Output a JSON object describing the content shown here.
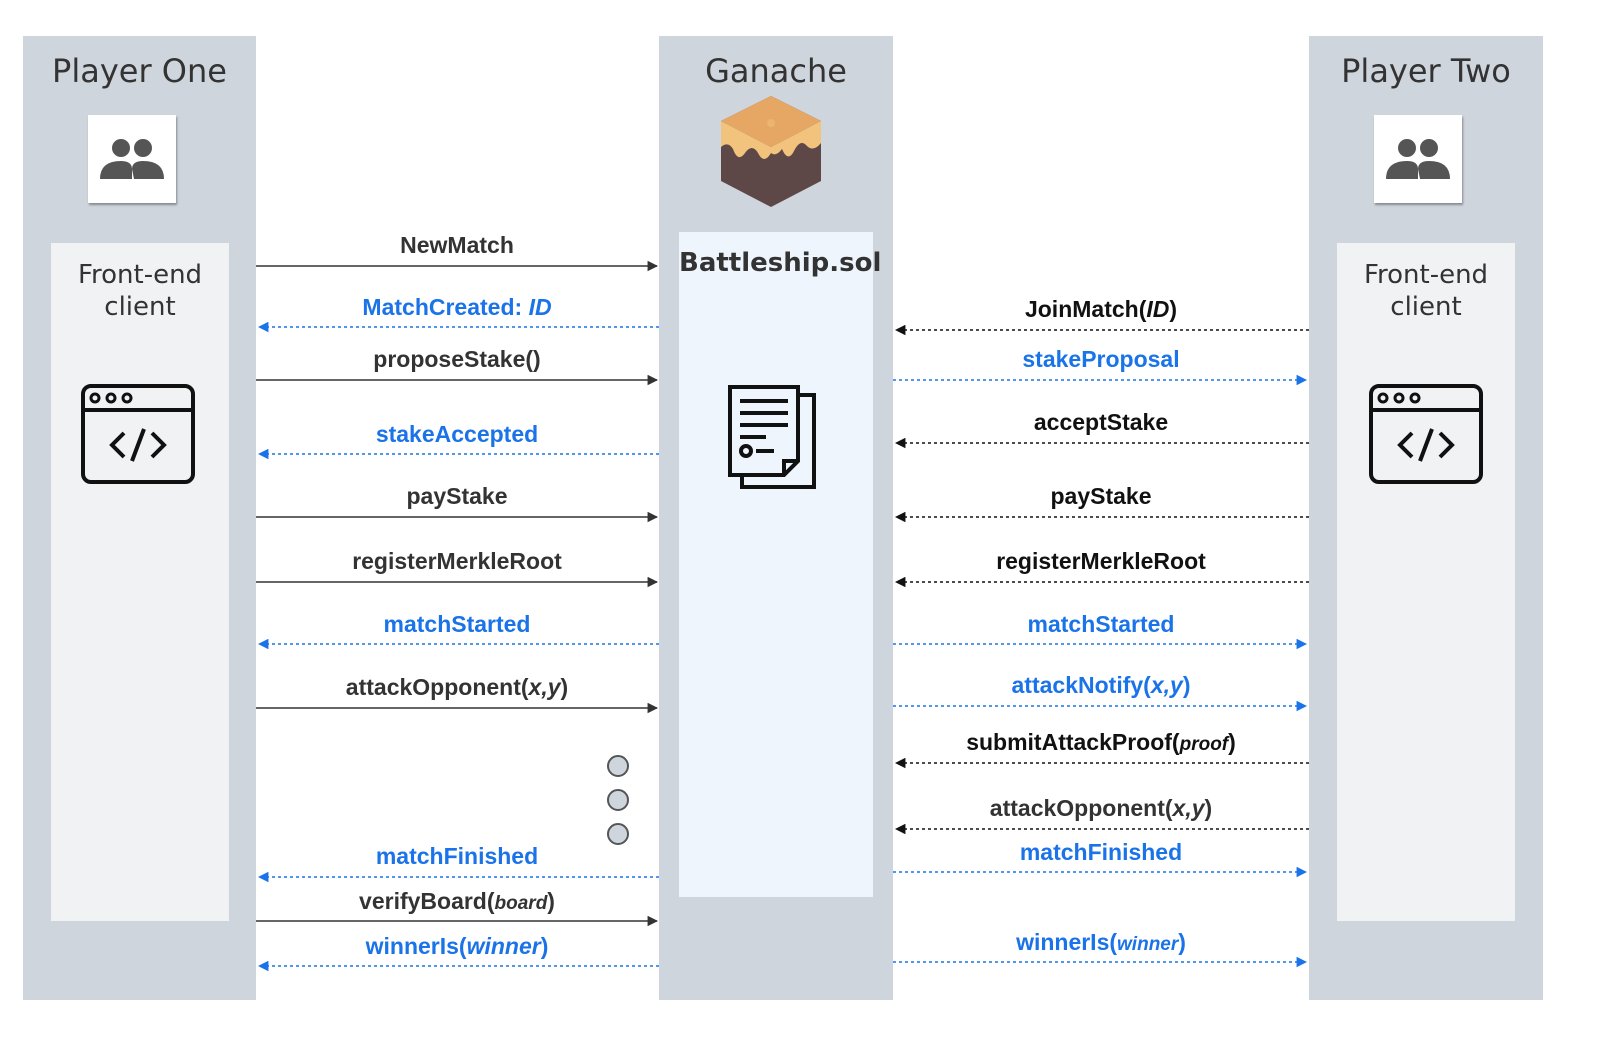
{
  "lanes": {
    "player_one": {
      "title": "Player One",
      "client_label_line1": "Front-end",
      "client_label_line2": "client"
    },
    "ganache": {
      "title": "Ganache",
      "contract": "Battleship.sol"
    },
    "player_two": {
      "title": "Player Two",
      "client_label_line1": "Front-end",
      "client_label_line2": "client"
    }
  },
  "icons": {
    "player_avatar": "people-icon",
    "client_window": "code-window-icon",
    "ganache_logo": "ganache-cube-logo",
    "contract_doc": "contract-document-icon",
    "ellipsis": "vertical-ellipsis-dots"
  },
  "colors": {
    "lane": "#cfd5dd",
    "client_panel": "#f1f2f4",
    "contract_panel": "#eef5fd",
    "call": "#333333",
    "event": "#1a73e8"
  },
  "messages_left": [
    {
      "text": "NewMatch",
      "kind": "call"
    },
    {
      "text": "MatchCreated: ",
      "arg": "ID",
      "kind": "event"
    },
    {
      "text": "proposeStake()",
      "kind": "call"
    },
    {
      "text": "stakeAccepted",
      "kind": "event"
    },
    {
      "text": "payStake",
      "kind": "call"
    },
    {
      "text": "registerMerkleRoot",
      "kind": "call"
    },
    {
      "text": "matchStarted",
      "kind": "event"
    },
    {
      "text": "attackOpponent(",
      "arg": "x,y",
      "close": ")",
      "kind": "call"
    },
    {
      "text": "matchFinished",
      "kind": "event"
    },
    {
      "text": "verifyBoard(",
      "arg": "board",
      "close": ")",
      "kind": "call"
    },
    {
      "text": "winnerIs(",
      "arg": "winner",
      "close": ")",
      "kind": "event"
    }
  ],
  "messages_right": [
    {
      "text": "JoinMatch(",
      "arg": "ID",
      "close": ")",
      "kind": "call"
    },
    {
      "text": "stakeProposal",
      "kind": "event"
    },
    {
      "text": "acceptStake",
      "kind": "call"
    },
    {
      "text": "payStake",
      "kind": "call"
    },
    {
      "text": "registerMerkleRoot",
      "kind": "call"
    },
    {
      "text": "matchStarted",
      "kind": "event"
    },
    {
      "text": "attackNotify(",
      "arg": "x,y",
      "close": ")",
      "kind": "event"
    },
    {
      "text": "submitAttackProof(",
      "arg": "proof",
      "close": ")",
      "kind": "call"
    },
    {
      "text": "attackOpponent(",
      "arg": "x,y",
      "close": ")",
      "kind": "call"
    },
    {
      "text": "matchFinished",
      "kind": "event"
    },
    {
      "text": "winnerIs(",
      "arg": "winner",
      "close": ")",
      "kind": "event"
    }
  ]
}
